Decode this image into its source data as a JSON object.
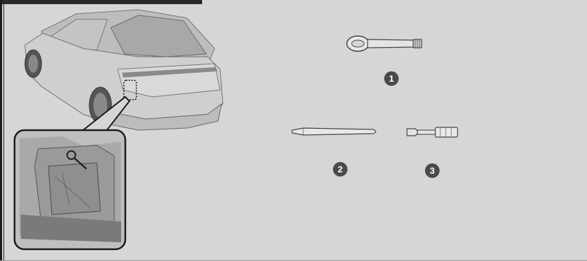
{
  "callouts": {
    "one": "1",
    "two": "2",
    "three": "3"
  },
  "colors": {
    "background": "#d6d6d6",
    "callout_fill": "#4a4a4a",
    "frame": "#1a1a1a"
  },
  "icons": {
    "towing_eye": "towing-eye-icon",
    "flat_tool": "flat-tool-icon",
    "screwdriver_handle": "screwdriver-handle-icon",
    "vehicle": "car-rear-view-illustration",
    "inset": "inset-detail-illustration"
  }
}
